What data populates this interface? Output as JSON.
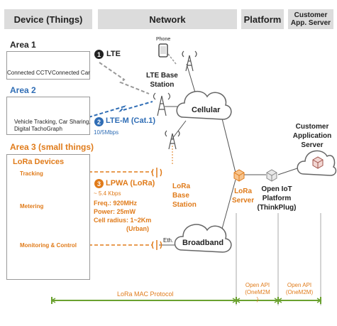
{
  "headers": {
    "device": "Device (Things)",
    "network": "Network",
    "platform": "Platform",
    "customer_line1": "Customer",
    "customer_line2": "App. Server"
  },
  "area1": {
    "title": "Area 1",
    "cctv": "Connected CCTV",
    "car": "Connected Car",
    "link_num": "1",
    "link_label": "LTE"
  },
  "area2": {
    "title": "Area 2",
    "text_line1": "Vehicle Tracking, Car Sharing,",
    "text_line2": "Digital TachoGraph",
    "link_num": "2",
    "link_label": "LTE-M (Cat.1)",
    "link_speed": "10/5Mbps"
  },
  "area3": {
    "title": "Area 3 (small things)",
    "lora_devices": "LoRa Devices",
    "tracking": "Tracking",
    "metering": "Metering",
    "monitoring": "Monitoring & Control",
    "link_num": "3",
    "link_label": "LPWA (LoRa)",
    "speed": "~ 5.4 Kbps",
    "freq": "Freq.: 920MHz",
    "power": "Power: 25mW",
    "radius": "Cell radius: 1~2Km",
    "urban": "(Urban)"
  },
  "network": {
    "phone": "Phone",
    "lte_station_line1": "LTE Base",
    "lte_station_line2": "Station",
    "cellular": "Cellular",
    "lora_station_line1": "LoRa",
    "lora_station_line2": "Base",
    "lora_station_line3": "Station",
    "eth": "Eth.",
    "broadband": "Broadband",
    "lora_server_line1": "LoRa",
    "lora_server_line2": "Server"
  },
  "platform": {
    "line1": "Open IoT",
    "line2": "Platform",
    "line3": "(ThinkPlug)"
  },
  "customer": {
    "line1": "Customer",
    "line2": "Application",
    "line3": "Server"
  },
  "protocols": {
    "lora_mac": "LoRa MAC Protocol",
    "api1_line1": "Open API",
    "api1_line2": "(OneM2M",
    "api1_line3": ")",
    "api2_line1": "Open API",
    "api2_line2": "(OneM2M)"
  },
  "colors": {
    "orange": "#e07b1a",
    "blue": "#2f6db5",
    "header_bg": "#dcdcdc",
    "protocol_green": "#6aa12f"
  }
}
